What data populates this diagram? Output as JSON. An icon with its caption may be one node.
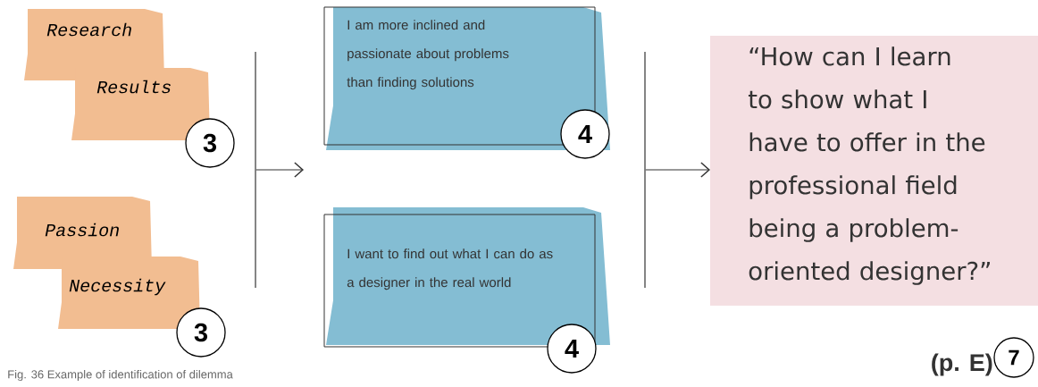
{
  "diagram": {
    "caption": "Fig. 36 Example of identification of dilemma",
    "nodes": [
      {
        "text": [
          "Research"
        ]
      },
      {
        "text": [
          "Results"
        ]
      },
      {
        "text": [
          "Passion"
        ]
      },
      {
        "text": [
          "Necessity"
        ]
      },
      {
        "text": [
          "I am more inclined and passionate about problems than finding solutions"
        ]
      },
      {
        "text": [
          "I want to find out what I can do as a designer in the real world"
        ]
      },
      {
        "text": [
          "“How can I learn to show what I have to offer in the professional field being a problem-oriented designer?”"
        ]
      },
      {
        "text": [
          "3"
        ]
      },
      {
        "text": [
          "3"
        ]
      },
      {
        "text": [
          "4"
        ]
      },
      {
        "text": [
          "4"
        ]
      },
      {
        "text": [
          "7"
        ]
      },
      {
        "text": [],
        "shape": "bar"
      },
      {
        "text": [],
        "shape": "bar"
      }
    ],
    "edges": [
      {
        "from": 12,
        "to": null,
        "arrow": "to"
      },
      {
        "from": 13,
        "to": 6,
        "arrow": "to"
      }
    ],
    "labels": [
      "(p. E)"
    ]
  }
}
